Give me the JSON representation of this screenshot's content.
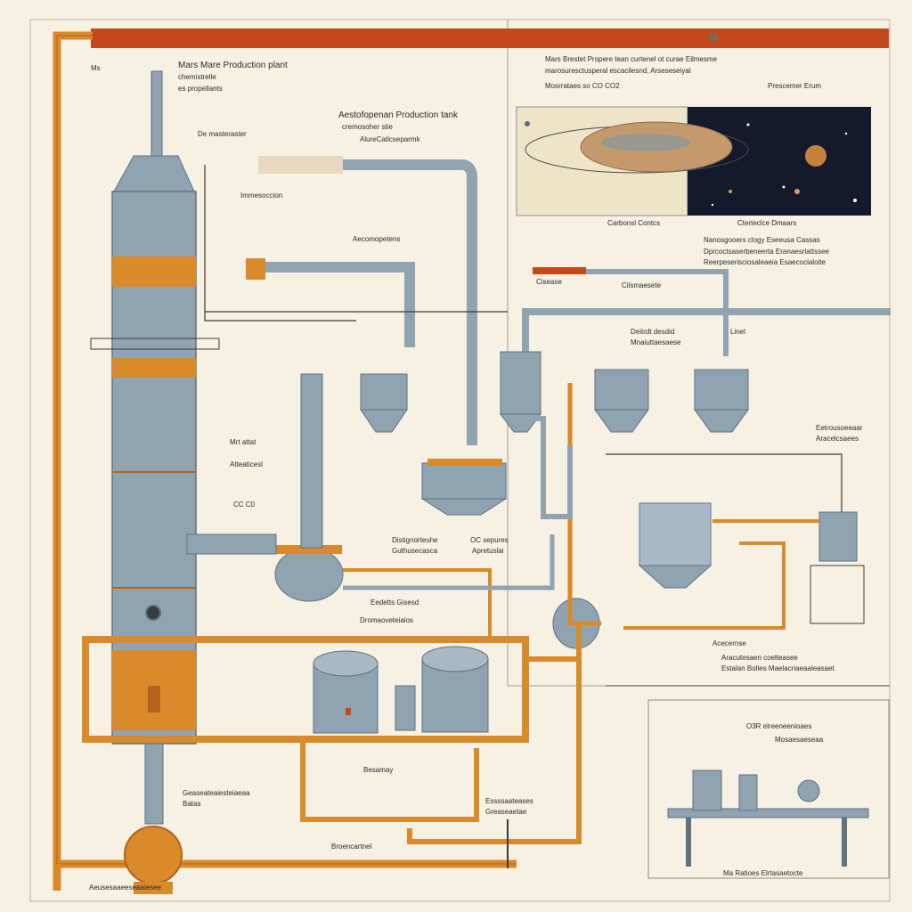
{
  "colors": {
    "paper": "#f6f1e3",
    "steel": "#8fa3b1",
    "steel_dark": "#5f7280",
    "steel_light": "#c4d1da",
    "orange": "#d98a2a",
    "orange_dark": "#b4641a",
    "rust_bar": "#c4491a",
    "line": "#3a3a3a",
    "space": "#141a2c"
  },
  "labels": {
    "header_title": "Mars Mare Production plant",
    "header_sub_1": "chemistrelle",
    "header_sub_2": "es propellants",
    "tank_label": "De masteraster",
    "flow_label": "Aestofopenan Production tank",
    "flow_sub_1": "cremosoher stie",
    "flow_sub_2": "AlureCatlcseparmk",
    "valve_label": "Immesoccion",
    "section_label": "Aecomopetens",
    "mid_label_1": "Mrt attat",
    "mid_label_2": "Atteaticesl",
    "cco_label": "CC C0",
    "dist_label": "Distignorteuhe",
    "dist_sub": "Guthusecasca",
    "oc_label": "OC sepures",
    "oc_sub": "Apretuslai",
    "right_top_1": "Mars Brestet Propere tean curtenel ot curae Eilmesme",
    "right_top_2": "marosuresctusperal escacilesnd, Arseseseiyal",
    "right_top_3": "Mosrrataes so CO CO2",
    "right_top_4": "Prescemer Erum",
    "image_caption_1": "Carbonsl Contcs",
    "image_caption_2": "Cterteclce Dmaars",
    "right_desc_1": "Nanosgooers clogy Eseeusa Cassas",
    "right_desc_2": "Dprcoctsaserbeneerta Eranaesrlattssee",
    "right_desc_3": "Reerpeserisciosaleaeia Esaecocialoite",
    "pipe_tag_1": "Cisease",
    "pipe_tag_2": "Cilsmaesete",
    "unit_label_1": "Deitrdt desdid",
    "unit_label_2": "Mnaiuttaesaese",
    "unit_label_3": "Linel",
    "right_mid_1": "Eetrousoeeaar",
    "right_mid_2": "Aracelcsaees",
    "lower_label_1": "Eedetts Gisesd",
    "lower_label_2": "Dromaoveteiaios",
    "acc_label": "Acecernse",
    "acc_sub_1": "Aracutesaen coelteasee",
    "acc_sub_2": "Estalan Bolles Maelacriaeaaleasaet",
    "inset_title": "O3R elreeneenioaes",
    "inset_sub": "Mosaesaeseaa",
    "inset_caption": "Ma Ratioes Elrtasaetocte",
    "bottom_label_1": "Geaseateaiesteiaeaa",
    "bottom_label_2": "Batas",
    "bottom_label_3": "Broencartnel",
    "bottom_label_4": "Essssaateases",
    "bottom_label_5": "Greaseaetae",
    "bottom_label_6": "Aeusesaaeeseaaiesee",
    "assembly_label": "Besamay",
    "tiny_tag": "Ms"
  }
}
